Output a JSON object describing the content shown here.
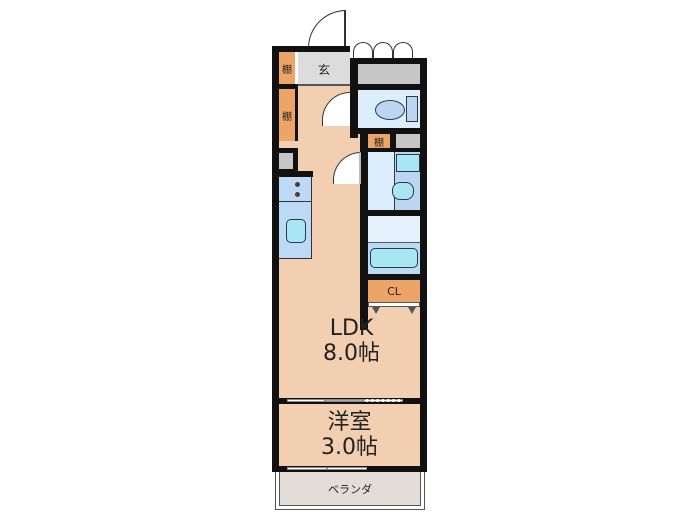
{
  "floorplan": {
    "rooms": {
      "ldk": {
        "name": "LDK",
        "size": "8.0帖"
      },
      "western_room": {
        "name": "洋室",
        "size": "3.0帖"
      },
      "entrance": {
        "label": "玄"
      },
      "closet": {
        "label": "CL"
      },
      "balcony": {
        "label": "ベランダ"
      },
      "shelf_1": {
        "label": "棚"
      },
      "shelf_2": {
        "label": "棚"
      },
      "shelf_3": {
        "label": "棚"
      }
    },
    "colors": {
      "floor": "#f2cfb0",
      "storage": "#eda567",
      "wet_area": "#dceefb",
      "fixture": "#a8e6f3",
      "entrance": "#dcdcdc",
      "wall": "#111111"
    }
  }
}
